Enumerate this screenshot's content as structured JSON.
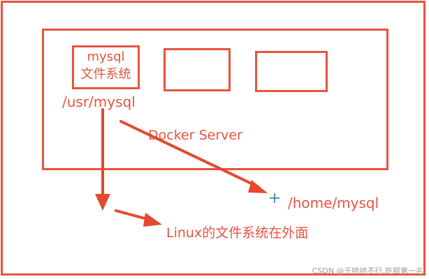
{
  "diagram": {
    "mysql_container": {
      "title": "mysql",
      "subtitle": "文件系统"
    },
    "container_path_label": "/usr/mysql",
    "server_label": "Docker Server",
    "host_path_label": "/home/mysql",
    "host_fs_label": "Linux的文件系统在外面"
  },
  "watermark": "CSDN @千哈哈不行,吃顿第一名",
  "colors": {
    "accent": "#e8533f",
    "arrow": "#e4492f",
    "cursor": "#2b6ea3"
  }
}
